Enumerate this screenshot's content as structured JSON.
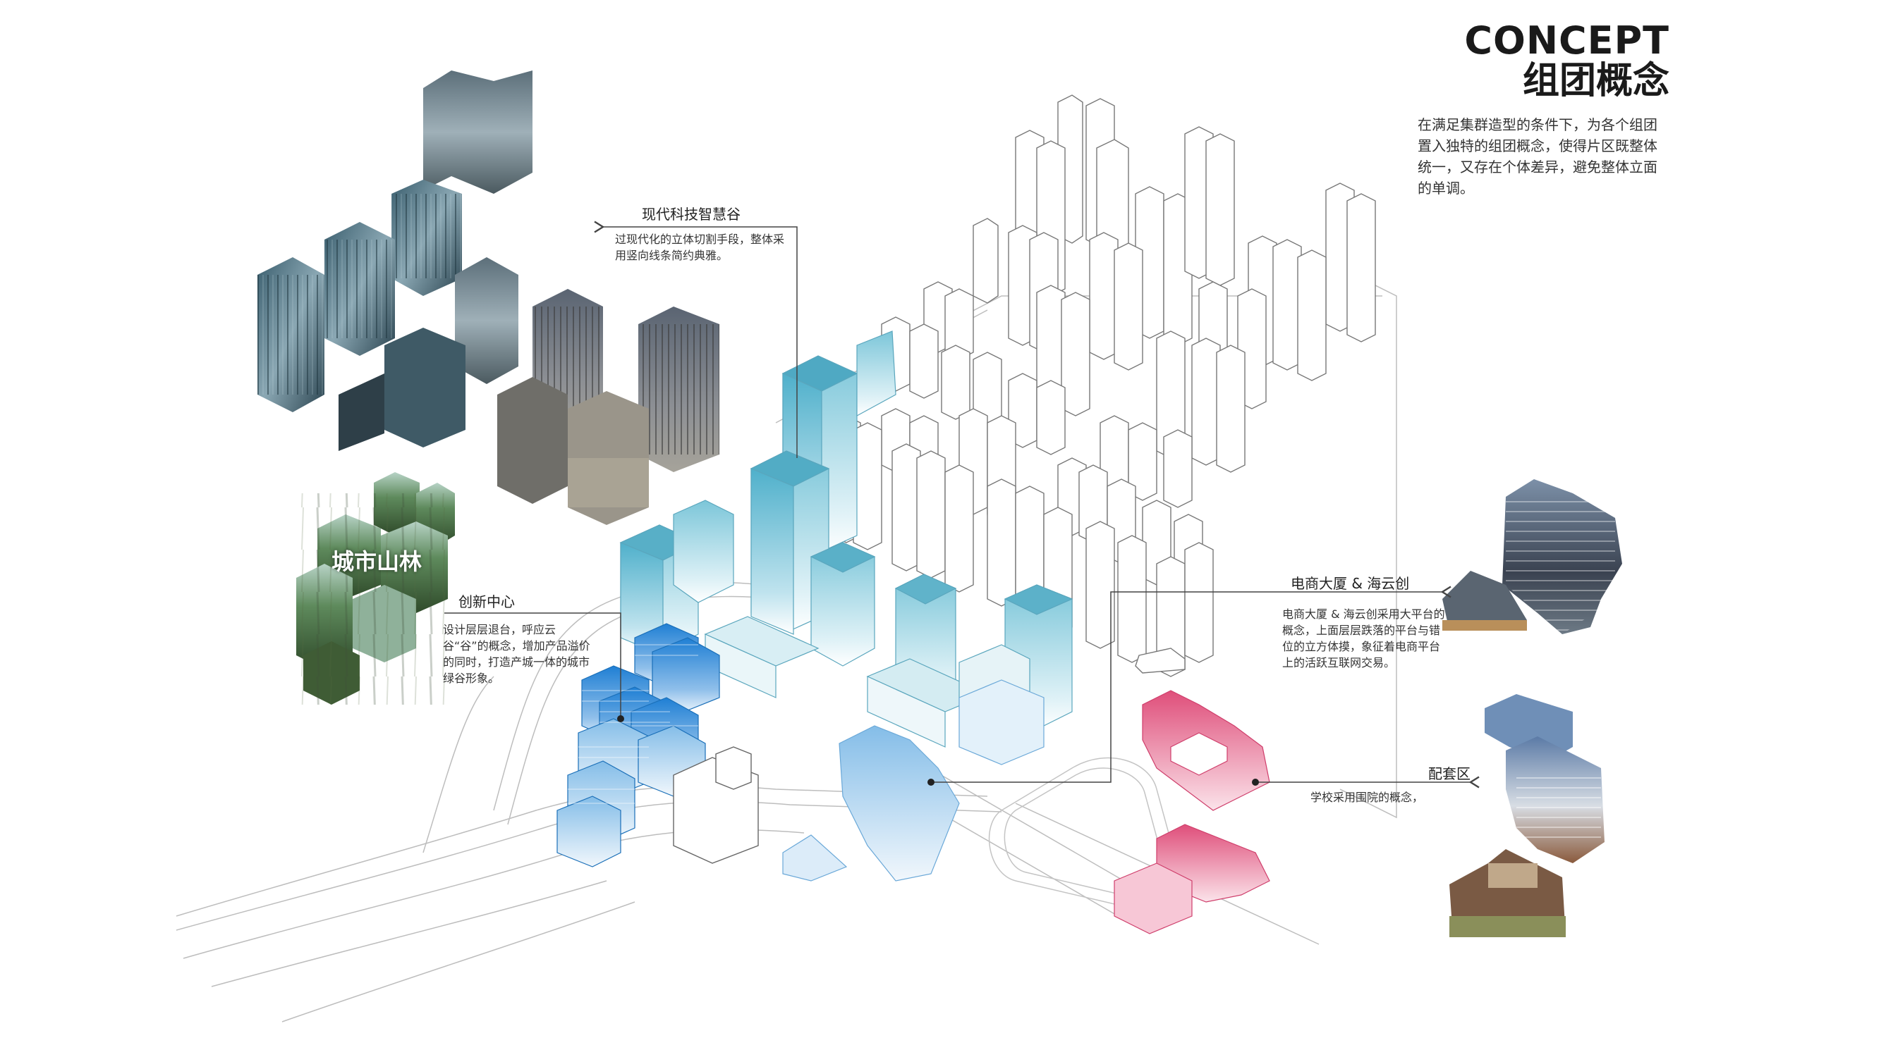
{
  "header": {
    "title_en": "CONCEPT",
    "title_cn": "组团概念",
    "description": "在满足集群造型的条件下，为各个组团置入独特的组团概念，使得片区既整体统一，又存在个体差异，避免整体立面的单调。"
  },
  "callouts": {
    "tech_valley": {
      "title": "现代科技智慧谷",
      "description": "过现代化的立体切割手段，整体采用竖向线条简约典雅。"
    },
    "innovation_center": {
      "title": "创新中心",
      "description": "设计层层退台，呼应云谷“谷”的概念，增加产品溢价的同时，打造产城一体的城市绿谷形象。"
    },
    "ecommerce": {
      "title": "电商大厦 & 海云创",
      "description": "电商大厦 & 海云创采用大平台的概念，上面层层跌落的平台与错位的立方体摸，象征着电商平台上的活跃互联网交易。"
    },
    "support_zone": {
      "title": "配套区",
      "description": "学校采用围院的概念，"
    }
  },
  "image_labels": {
    "urban_forest": "城市山林"
  },
  "colors": {
    "tech_cyan": "#5fb8d0",
    "innovation_blue": "#2c86d6",
    "support_pink": "#e2557f",
    "residential": "#ffffff",
    "line": "#444444"
  },
  "icons": {
    "leader_arrow": "arrow-left-icon"
  }
}
